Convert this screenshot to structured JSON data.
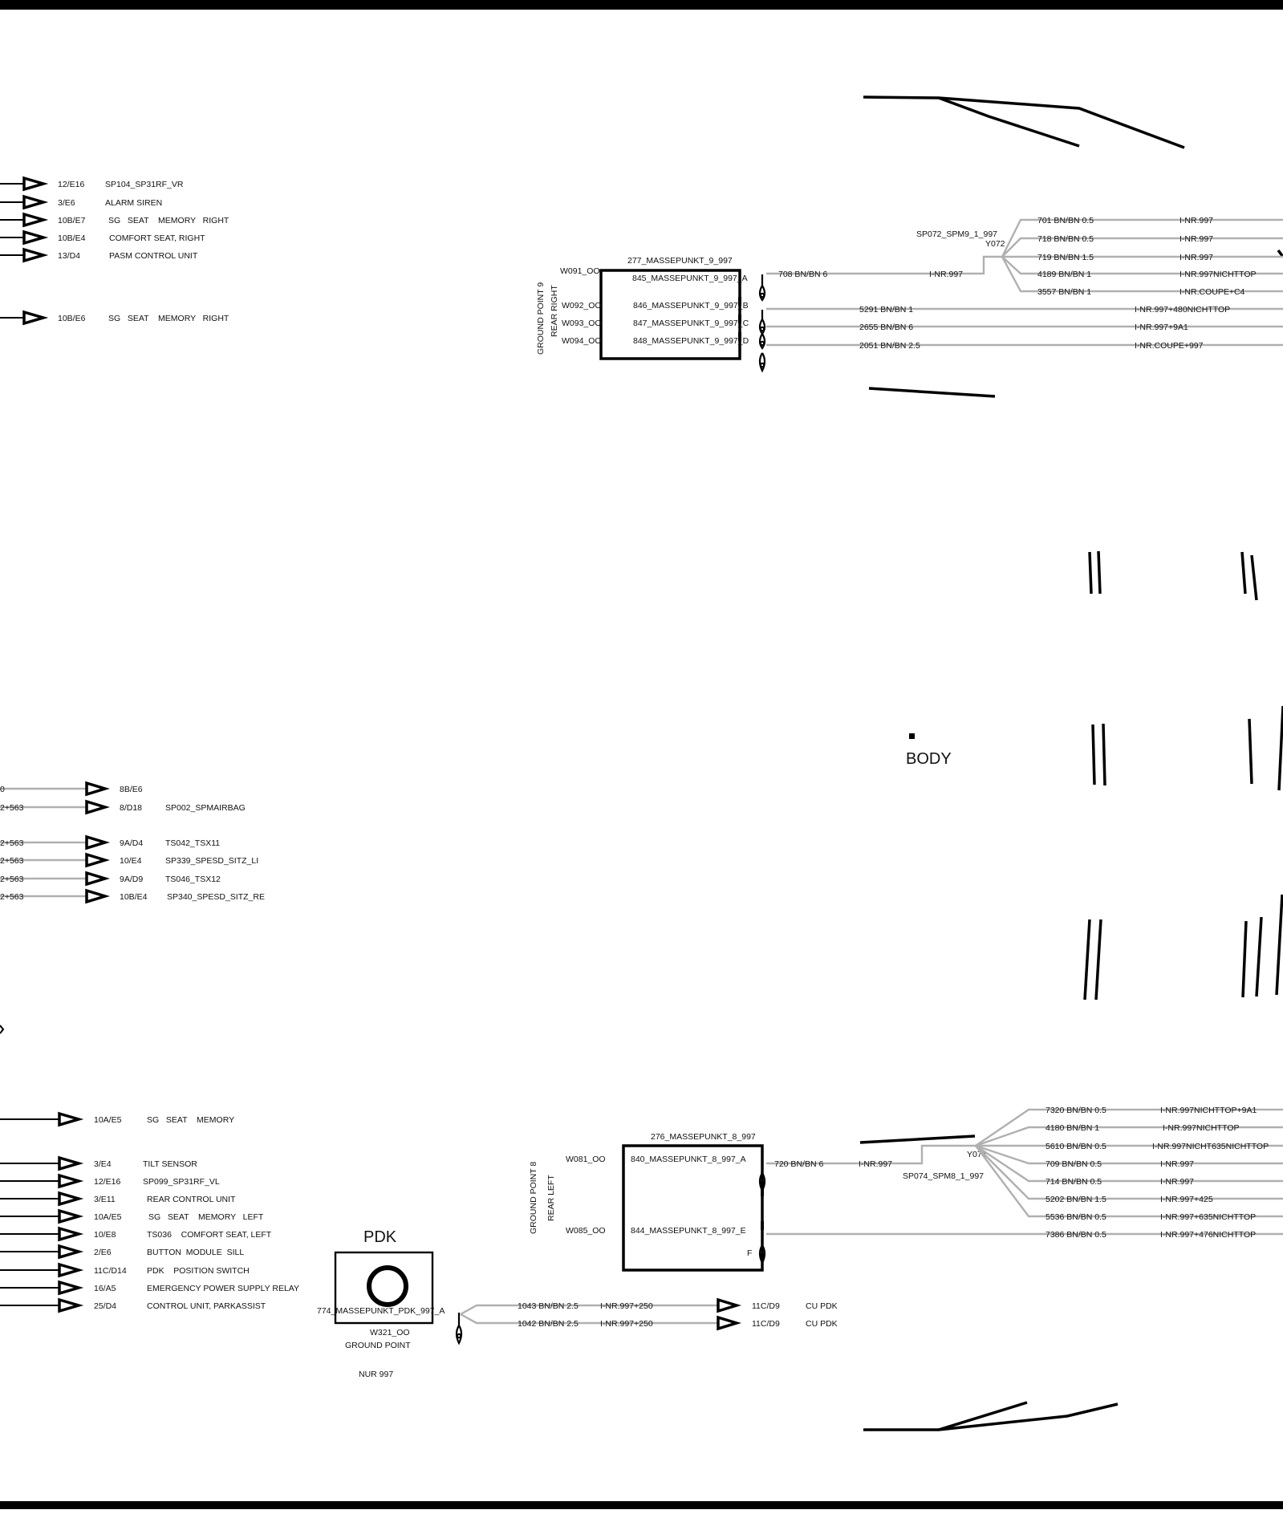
{
  "colors": {
    "wire": "#b0b0b0",
    "ink": "#000000",
    "background": "#ffffff"
  },
  "top_right_connectors": [
    {
      "ref": "12/E16",
      "label": "SP104_SP31RF_VR"
    },
    {
      "ref": "3/E6",
      "label": "ALARM SIREN"
    },
    {
      "ref": "10B/E7",
      "label": "SG   SEAT    MEMORY   RIGHT"
    },
    {
      "ref": "10B/E4",
      "label": "COMFORT SEAT, RIGHT"
    },
    {
      "ref": "13/D4",
      "label": "PASM CONTROL UNIT"
    },
    {
      "ref": "10B/E6",
      "label": "SG   SEAT    MEMORY   RIGHT"
    }
  ],
  "ground_point_9": {
    "title": "277_MASSEPUNKT_9_997",
    "side_label": "GROUND POINT 9",
    "side_sublabel": "REAR RIGHT",
    "pins": [
      {
        "wire": "W091_OO",
        "name": "845_MASSEPUNKT_9_997_A"
      },
      {
        "wire": "W092_OO",
        "name": "846_MASSEPUNKT_9_997_B"
      },
      {
        "wire": "W093_OO",
        "name": "847_MASSEPUNKT_9_997_C"
      },
      {
        "wire": "W094_OO",
        "name": "848_MASSEPUNKT_9_997_D"
      }
    ],
    "feed": {
      "wire": "708 BN/BN 6",
      "inr": "I-NR.997"
    },
    "splice": {
      "name": "SP072_SPM9_1_997",
      "code": "Y072"
    },
    "branches": [
      {
        "wire": "701 BN/BN 0.5",
        "inr": "I-NR.997"
      },
      {
        "wire": "718 BN/BN 0.5",
        "inr": "I-NR.997"
      },
      {
        "wire": "719 BN/BN 1.5",
        "inr": "I-NR.997"
      },
      {
        "wire": "4189 BN/BN 1",
        "inr": "I-NR.997NICHTTOP"
      },
      {
        "wire": "3557 BN/BN 1",
        "inr": "I-NR.COUPE+C4"
      }
    ],
    "direct": [
      {
        "wire": "5291 BN/BN 1",
        "inr": "I-NR.997+480NICHTTOP"
      },
      {
        "wire": "2655 BN/BN 6",
        "inr": "I-NR.997+9A1"
      },
      {
        "wire": "2051 BN/BN 2.5",
        "inr": "I-NR.COUPE+997"
      }
    ]
  },
  "body_label": "BODY",
  "mid_left_connectors": [
    {
      "left": "0",
      "ref": "8B/E6",
      "label": ""
    },
    {
      "left": "2+563",
      "ref": "8/D18",
      "label": "SP002_SPMAIRBAG"
    },
    {
      "left": "2+563",
      "ref": "9A/D4",
      "label": "TS042_TSX11"
    },
    {
      "left": "2+563",
      "ref": "10/E4",
      "label": "SP339_SPESD_SITZ_LI"
    },
    {
      "left": "2+563",
      "ref": "9A/D9",
      "label": "TS046_TSX12"
    },
    {
      "left": "2+563",
      "ref": "10B/E4",
      "label": "SP340_SPESD_SITZ_RE"
    }
  ],
  "bottom_left_connectors": [
    {
      "ref": "10A/E5",
      "label": "SG   SEAT    MEMORY"
    },
    {
      "ref": "3/E4",
      "label": "TILT SENSOR"
    },
    {
      "ref": "12/E16",
      "label": "SP099_SP31RF_VL"
    },
    {
      "ref": "3/E11",
      "label": "REAR CONTROL UNIT"
    },
    {
      "ref": "10A/E5",
      "label": "SG   SEAT    MEMORY   LEFT"
    },
    {
      "ref": "10/E8",
      "label": "TS036    COMFORT SEAT, LEFT"
    },
    {
      "ref": "2/E6",
      "label": "BUTTON  MODULE  SILL"
    },
    {
      "ref": "11C/D14",
      "label": "PDK    POSITION SWITCH"
    },
    {
      "ref": "16/A5",
      "label": "EMERGENCY POWER SUPPLY RELAY"
    },
    {
      "ref": "25/D4",
      "label": "CONTROL UNIT, PARKASSIST"
    }
  ],
  "pdk": {
    "title": "PDK",
    "name": "774_MASSEPUNKT_PDK_997_A",
    "wire": "W321_OO",
    "caption": "GROUND POINT",
    "note": "NUR 997",
    "outputs": [
      {
        "wire": "1043 BN/BN 2.5",
        "inr": "I-NR.997+250",
        "ref": "11C/D9",
        "label": "CU PDK"
      },
      {
        "wire": "1042 BN/BN 2.5",
        "inr": "I-NR.997+250",
        "ref": "11C/D9",
        "label": "CU PDK"
      }
    ]
  },
  "ground_point_8": {
    "title": "276_MASSEPUNKT_8_997",
    "side_label": "GROUND POINT 8",
    "side_sublabel": "REAR LEFT",
    "pins": [
      {
        "wire": "W081_OO",
        "name": "840_MASSEPUNKT_8_997_A"
      },
      {
        "wire": "W085_OO",
        "name": "844_MASSEPUNKT_8_997_E"
      }
    ],
    "pin_letter": "F",
    "feed": {
      "wire": "720 BN/BN 6",
      "inr": "I-NR.997"
    },
    "splice": {
      "name": "SP074_SPM8_1_997",
      "code": "Y074"
    },
    "branches": [
      {
        "wire": "7320 BN/BN 0.5",
        "inr": "I-NR.997NICHTTOP+9A1"
      },
      {
        "wire": "4180 BN/BN 1",
        "inr": "I-NR.997NICHTTOP"
      },
      {
        "wire": "5610 BN/BN 0.5",
        "inr": "I-NR.997NICHT635NICHTTOP"
      },
      {
        "wire": "709 BN/BN 0.5",
        "inr": "I-NR.997"
      },
      {
        "wire": "714 BN/BN 0.5",
        "inr": "I-NR.997"
      },
      {
        "wire": "5202 BN/BN 1.5",
        "inr": "I-NR.997+425"
      },
      {
        "wire": "5536 BN/BN 0.5",
        "inr": "I-NR.997+635NICHTTOP"
      }
    ],
    "direct": [
      {
        "wire": "7386 BN/BN 0.5",
        "inr": "I-NR.997+476NICHTTOP"
      }
    ]
  }
}
